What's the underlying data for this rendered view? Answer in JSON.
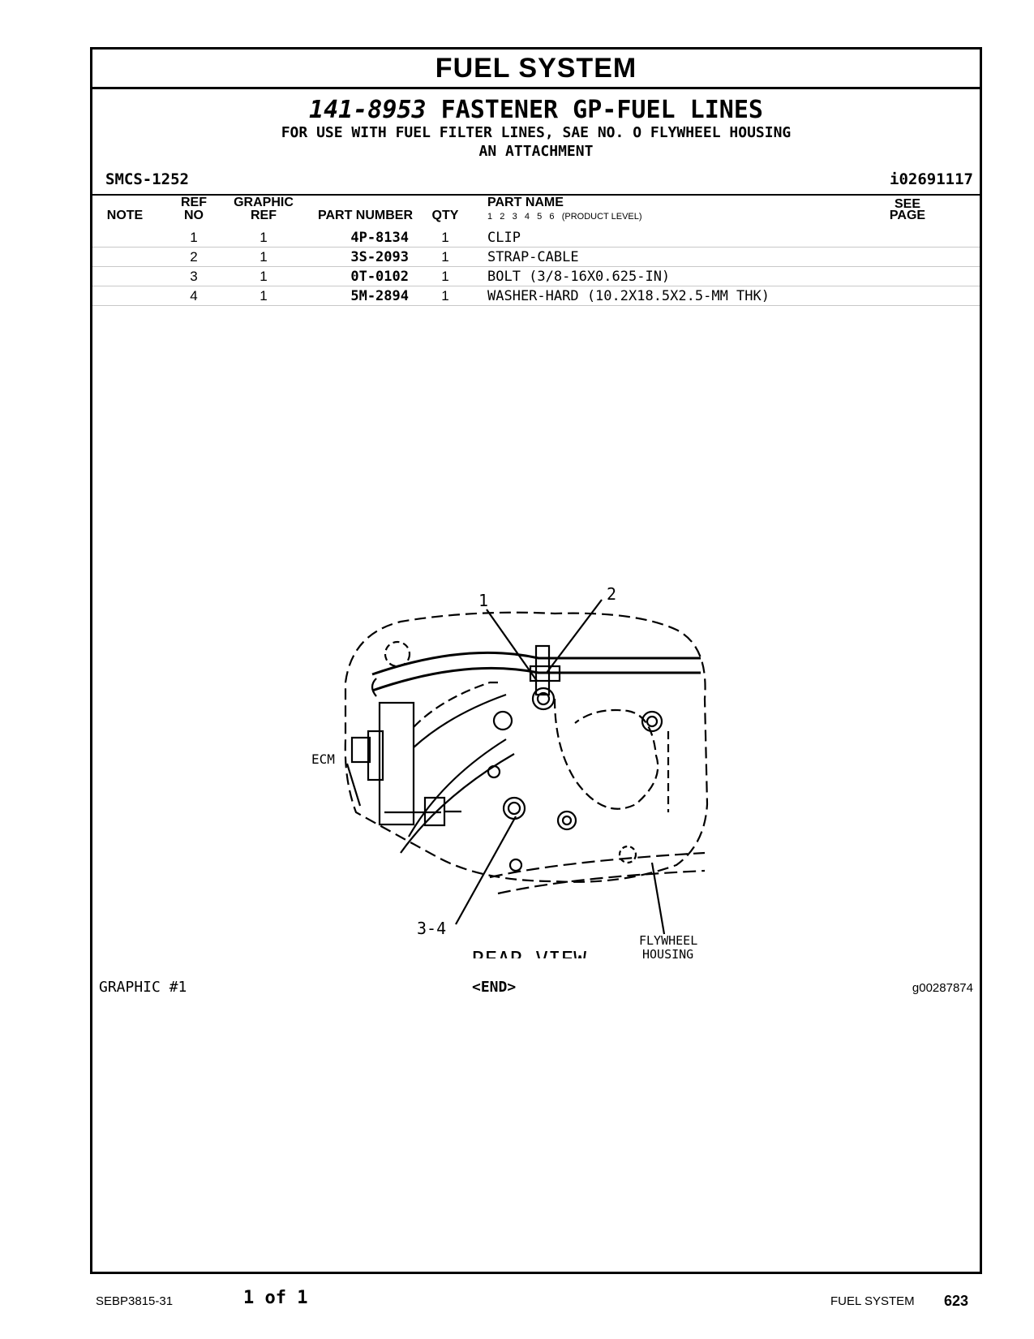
{
  "header": {
    "system_title": "FUEL SYSTEM",
    "part_number": "141-8953",
    "part_title": "FASTENER GP-FUEL LINES",
    "subtitle_line1": "FOR USE WITH FUEL FILTER LINES, SAE NO. O FLYWHEEL HOUSING",
    "subtitle_line2": "AN ATTACHMENT",
    "smcs": "SMCS-1252",
    "info_id": "i02691117"
  },
  "table": {
    "headers": {
      "note": "NOTE",
      "ref_top": "REF",
      "ref_bottom": "NO",
      "graphic_top": "GRAPHIC",
      "graphic_bottom": "REF",
      "part_number": "PART NUMBER",
      "qty": "QTY",
      "part_name": "PART NAME",
      "product_levels": "1   2   3   4   5   6   (PRODUCT LEVEL)",
      "see_top": "SEE",
      "see_bottom": "PAGE"
    },
    "rows": [
      {
        "ref": "1",
        "graphic": "1",
        "part_number": "4P-8134",
        "qty": "1",
        "name": "CLIP"
      },
      {
        "ref": "2",
        "graphic": "1",
        "part_number": "3S-2093",
        "qty": "1",
        "name": "STRAP-CABLE"
      },
      {
        "ref": "3",
        "graphic": "1",
        "part_number": "0T-0102",
        "qty": "1",
        "name": "BOLT (3/8-16X0.625-IN)"
      },
      {
        "ref": "4",
        "graphic": "1",
        "part_number": "5M-2894",
        "qty": "1",
        "name": "WASHER-HARD (10.2X18.5X2.5-MM THK)"
      }
    ]
  },
  "graphic": {
    "callout_1": "1",
    "callout_2": "2",
    "callout_34": "3-4",
    "label_ecm": "ECM",
    "label_flywheel_1": "FLYWHEEL",
    "label_flywheel_2": "HOUSING",
    "view_label": "REAR VIEW"
  },
  "footer": {
    "graphic_label": "GRAPHIC #1",
    "end_marker": "<END>",
    "graphic_id": "g00287874"
  },
  "page_footer": {
    "doc_number": "SEBP3815-31",
    "page_of": "1 of 1",
    "section": "FUEL SYSTEM",
    "page_number": "623"
  }
}
